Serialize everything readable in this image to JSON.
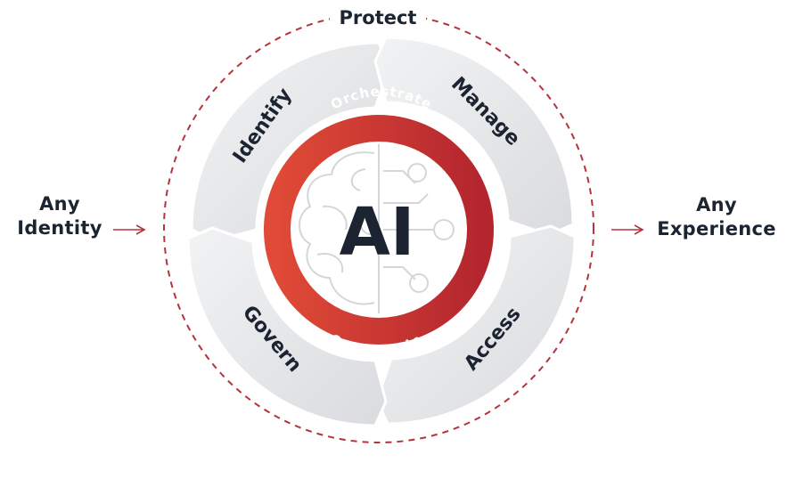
{
  "outer_ring": {
    "label": "Protect"
  },
  "input": {
    "line1": "Any",
    "line2": "Identity"
  },
  "output": {
    "line1": "Any",
    "line2": "Experience"
  },
  "segments": {
    "identify": "Identify",
    "manage": "Manage",
    "access": "Access",
    "govern": "Govern"
  },
  "center": {
    "ring_top": "Orchestrate",
    "ring_bottom": "Orchestrate",
    "core": "AI"
  },
  "colors": {
    "accent_red": "#d63a2f",
    "accent_red_dark": "#b52a2a",
    "dashed_ring": "#b5333d",
    "segment_fill": "#ebecee",
    "text_dark": "#1b2430"
  }
}
